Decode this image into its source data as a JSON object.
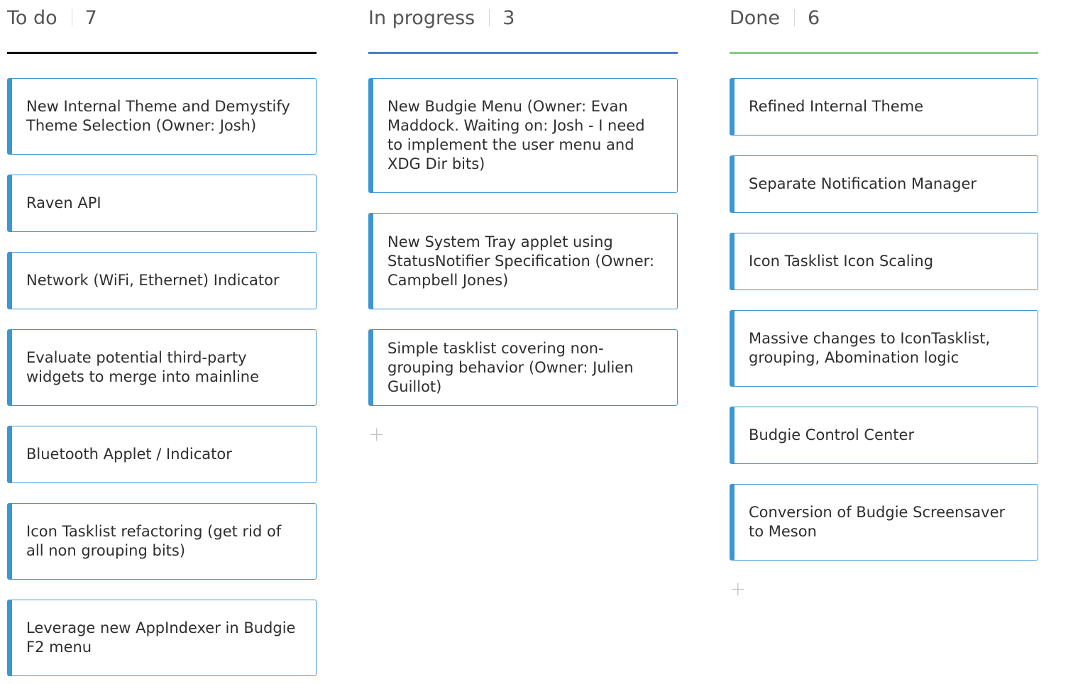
{
  "board": {
    "columns": [
      {
        "title": "To do",
        "count": "7",
        "accent": "#111111",
        "cards": [
          "New Internal Theme and Demystify Theme Selection (Owner: Josh)",
          "Raven API",
          "Network (WiFi, Ethernet) Indicator",
          "Evaluate potential third-party widgets to merge into mainline",
          "Bluetooth Applet / Indicator",
          "Icon Tasklist refactoring (get rid of all non grouping bits)",
          "Leverage new AppIndexer in Budgie F2 menu"
        ]
      },
      {
        "title": "In progress",
        "count": "3",
        "accent": "#4a7fc9",
        "cards": [
          "New Budgie Menu (Owner: Evan Maddock. Waiting on: Josh - I need to implement the user menu and XDG Dir bits)",
          "New System Tray applet using StatusNotifier Specification (Owner: Campbell Jones)",
          "Simple tasklist covering non-grouping behavior (Owner: Julien Guillot)"
        ],
        "add_label": "+"
      },
      {
        "title": "Done",
        "count": "6",
        "accent": "#88c988",
        "cards": [
          "Refined Internal Theme",
          "Separate Notification Manager",
          "Icon Tasklist Icon Scaling",
          "Massive changes to IconTasklist, grouping, Abomination logic",
          "Budgie Control Center",
          "Conversion of Budgie Screensaver to Meson"
        ],
        "add_label": "+"
      }
    ],
    "card_accent": "#3c96d6"
  }
}
